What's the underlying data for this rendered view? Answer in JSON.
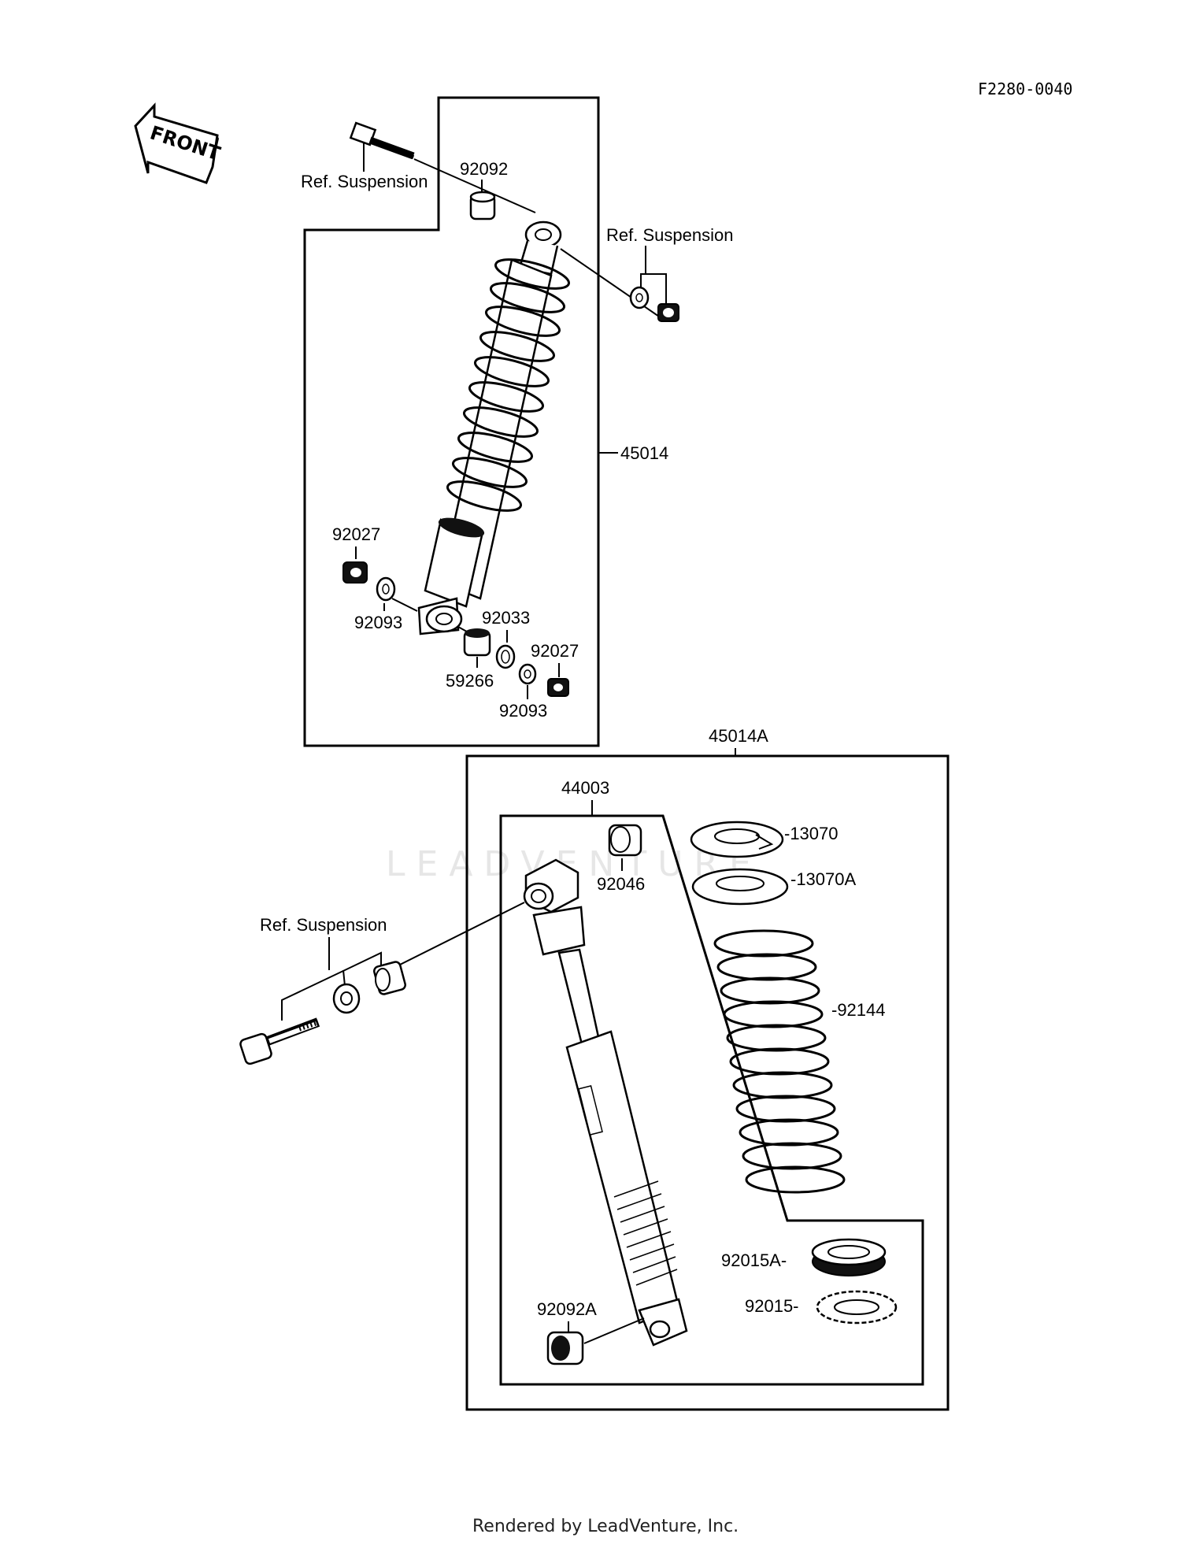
{
  "diagram_code": "F2280-0040",
  "front_label": "FRONT",
  "watermark": "LEADVENTURE",
  "footer": "Rendered by LeadVenture, Inc.",
  "labels": {
    "ref_suspension_1": "Ref. Suspension",
    "ref_suspension_2": "Ref. Suspension",
    "ref_suspension_3": "Ref. Suspension",
    "p92092": "92092",
    "p45014": "45014",
    "p92027_a": "92027",
    "p92093_a": "92093",
    "p92033": "92033",
    "p92027_b": "92027",
    "p59266": "59266",
    "p92093_b": "92093",
    "p45014A": "45014A",
    "p44003": "44003",
    "p92046": "92046",
    "p13070": "-13070",
    "p13070A": "-13070A",
    "p92144": "-92144",
    "p92015A": "92015A-",
    "p92015": "92015-",
    "p92092A": "92092A"
  }
}
